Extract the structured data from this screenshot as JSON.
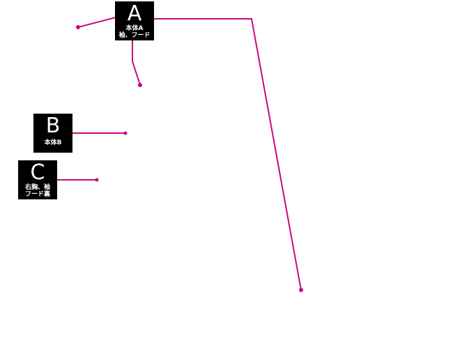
{
  "accent_color": "#c8077f",
  "labels": {
    "a": {
      "letter": "A",
      "caption": "本体A\n袖、フード"
    },
    "b": {
      "letter": "B",
      "caption": "本体B"
    },
    "c": {
      "letter": "C",
      "caption": "右胸、袖\nフード裏"
    }
  }
}
